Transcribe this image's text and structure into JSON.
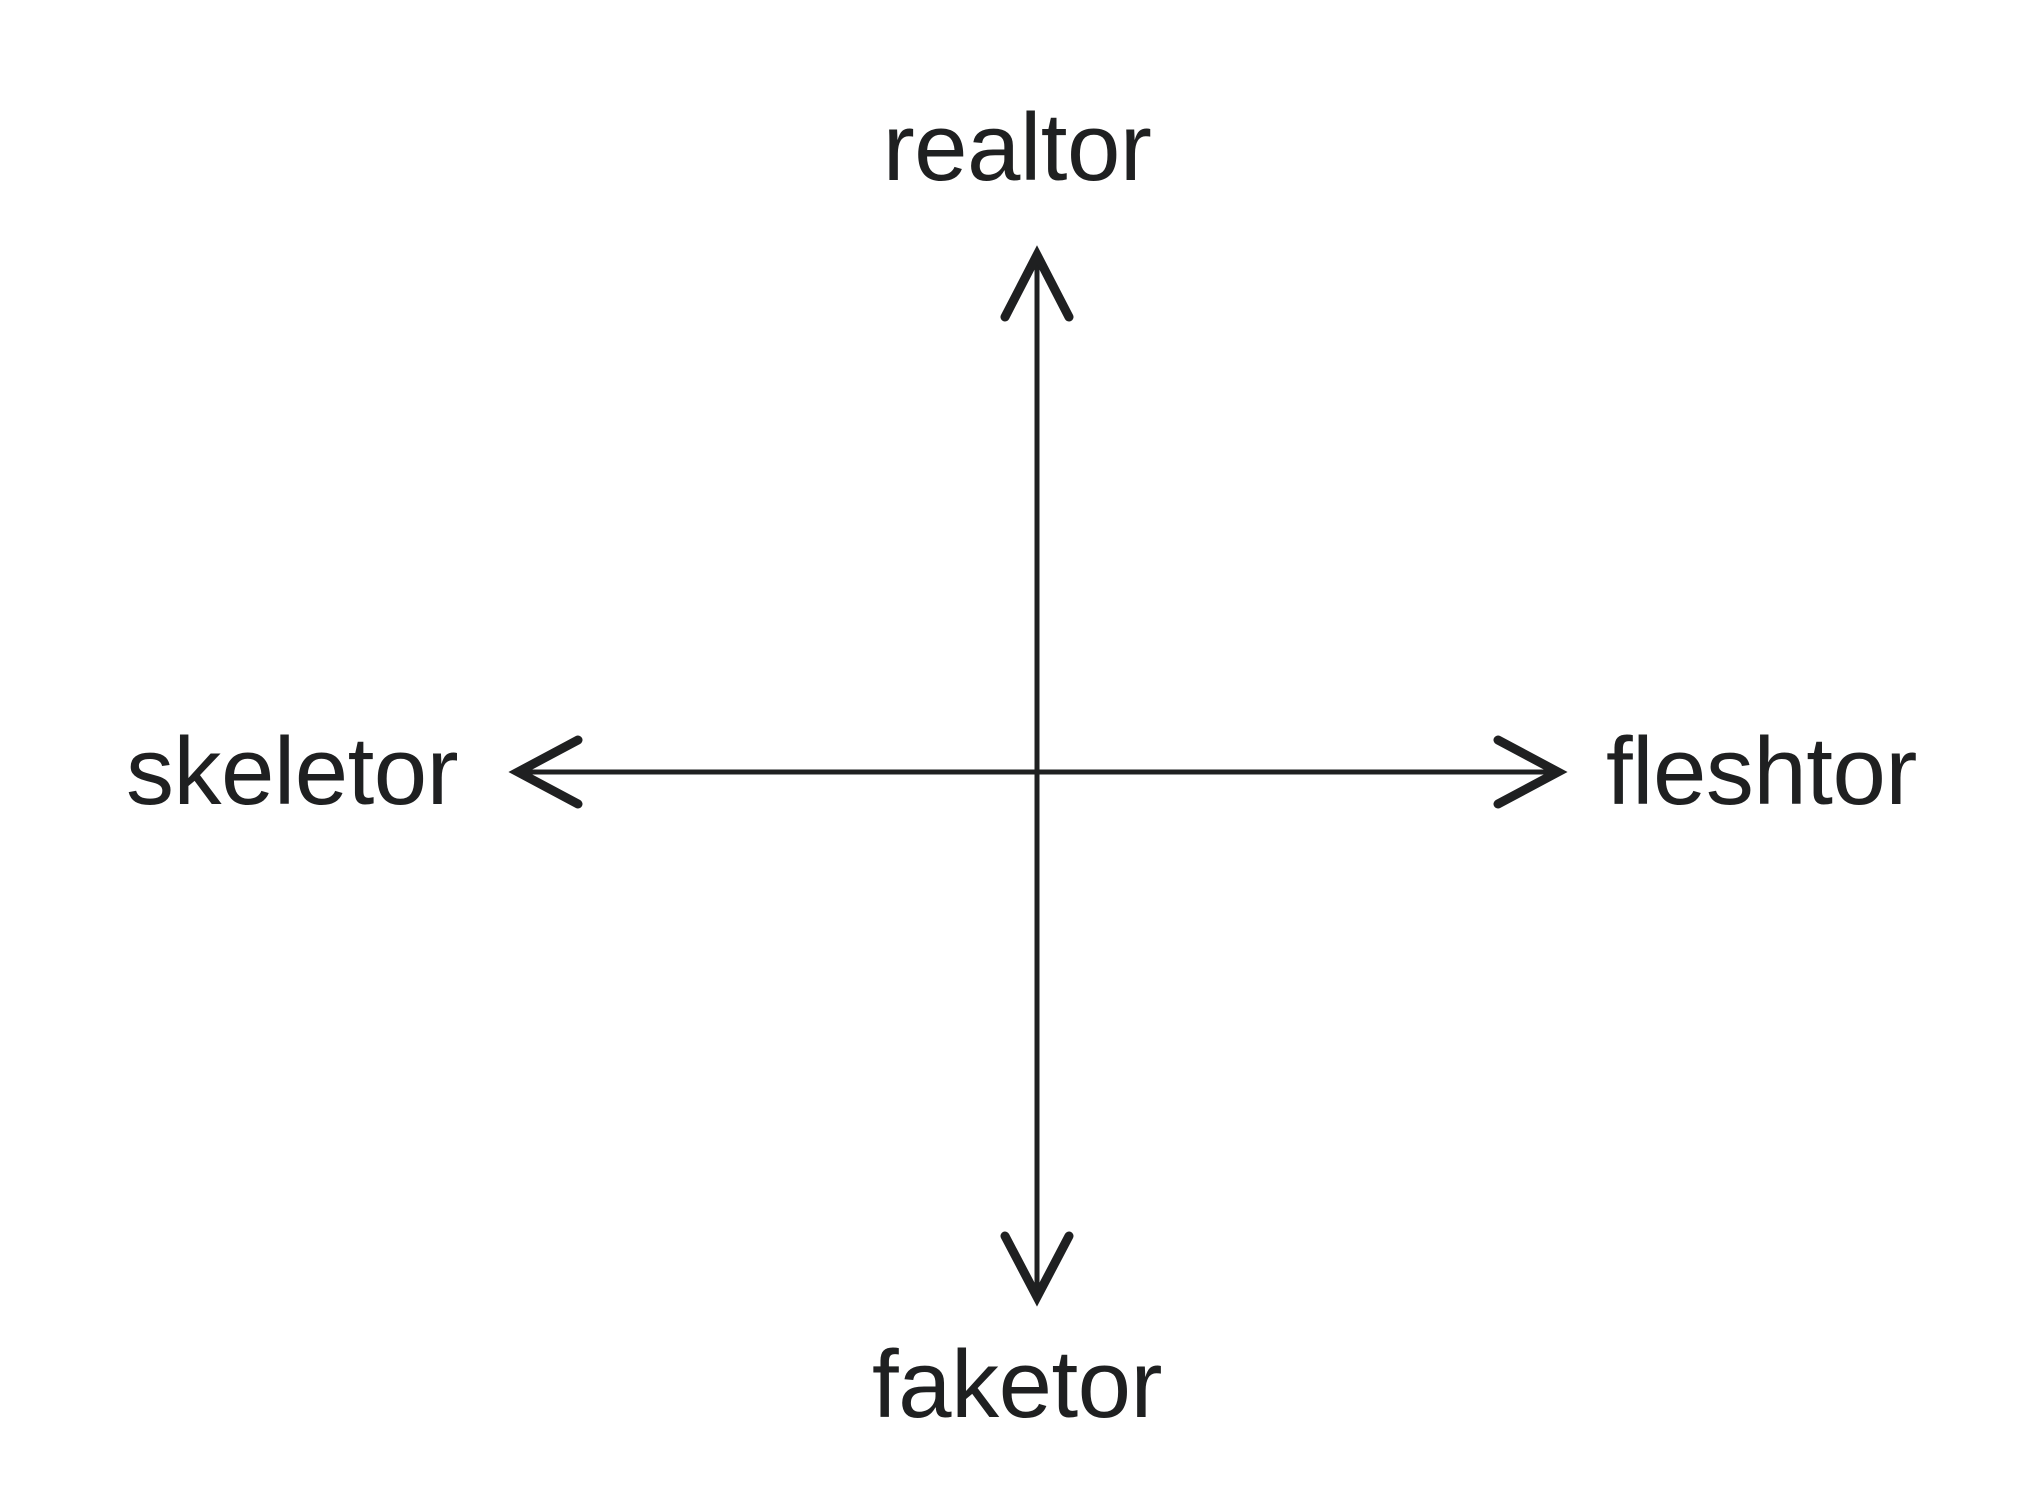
{
  "diagram": {
    "type": "two-axis quadrant diagram",
    "background_color": "#ffffff",
    "stroke_color": "#1f2021",
    "text_color": "#1f2021",
    "labels": {
      "top": "realtor",
      "bottom": "faketor",
      "left": "skeletor",
      "right": "fleshtor"
    },
    "axes": {
      "vertical": {
        "name": "vertical-axis",
        "arrowheads": [
          "up",
          "down"
        ],
        "top_label": "realtor",
        "bottom_label": "faketor"
      },
      "horizontal": {
        "name": "horizontal-axis",
        "arrowheads": [
          "left",
          "right"
        ],
        "left_label": "skeletor",
        "right_label": "fleshtor"
      }
    }
  }
}
